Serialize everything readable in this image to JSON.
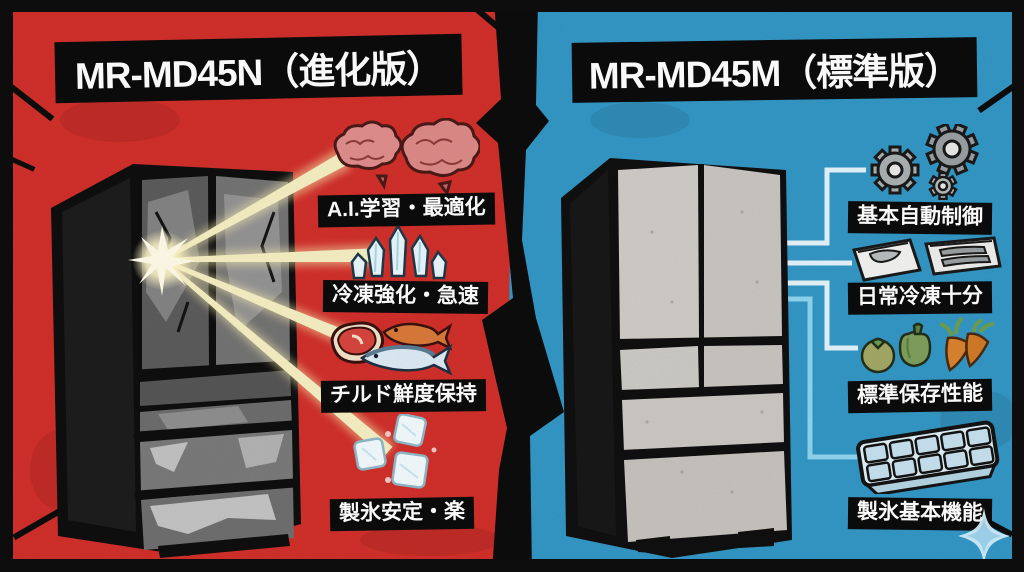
{
  "left_panel": {
    "title": "MR-MD45N（進化版）",
    "background_color": "#d1302b",
    "fridge": "dark-damaged-refrigerator-illustration",
    "features": [
      {
        "icon": "brains-icon",
        "label": "A.I.学習・最適化"
      },
      {
        "icon": "ice-crystals-icon",
        "label": "冷凍強化・急速"
      },
      {
        "icon": "meat-fish-icon",
        "label": "チルド鮮度保持"
      },
      {
        "icon": "ice-cubes-icon",
        "label": "製氷安定・楽"
      }
    ]
  },
  "right_panel": {
    "title": "MR-MD45M（標準版）",
    "background_color": "#3497c5",
    "fridge": "gray-standard-refrigerator-illustration",
    "features": [
      {
        "icon": "gears-icon",
        "label": "基本自動制御"
      },
      {
        "icon": "frozen-packs-icon",
        "label": "日常冷凍十分"
      },
      {
        "icon": "vegetables-icon",
        "label": "標準保存性能"
      },
      {
        "icon": "ice-tray-icon",
        "label": "製氷基本機能"
      }
    ]
  },
  "colors": {
    "frame": "#0d0d0d",
    "banner": "#0c0c0c",
    "text": "#ffffff",
    "left_bg": "#d1302b",
    "right_bg": "#3497c5",
    "divider": "#0d0d0d",
    "ray": "#f6efc3",
    "connector_light": "#e4f3fa",
    "connector_blue": "#8fd4ee"
  }
}
